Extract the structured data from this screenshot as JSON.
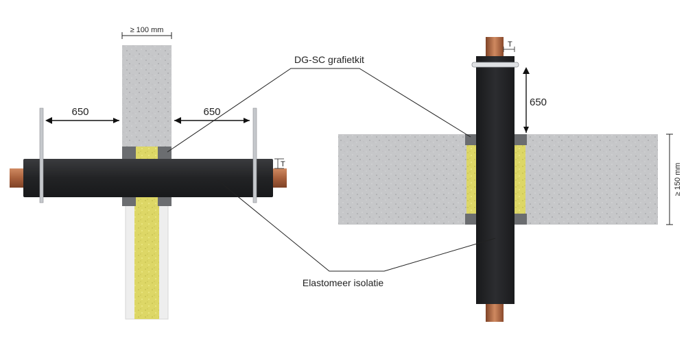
{
  "labels": {
    "graphite_kit": "DG-SC grafietkit",
    "insulation": "Elastomeer isolatie"
  },
  "dimensions": {
    "wall_thickness": "≥ 100 mm",
    "floor_thickness": "≥ 150 mm",
    "left_distance": "650",
    "right_distance": "650",
    "vertical_distance": "650",
    "thickness_left": "T",
    "thickness_right": "T"
  },
  "colors": {
    "concrete": "#c9cacc",
    "pipe_insulation": "#2a2b2d",
    "copper": "#b8704a",
    "mineral_wool": "#ddd865",
    "graphite_seal": "#6b6d70",
    "leader_line": "#222222"
  }
}
